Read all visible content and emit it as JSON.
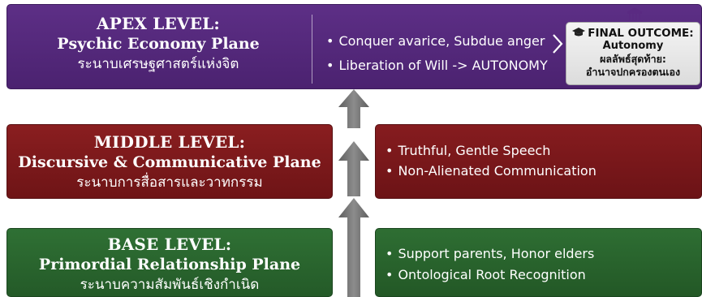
{
  "apex": {
    "title": "APEX LEVEL:",
    "subtitle": "Psychic Economy Plane",
    "thai": "ระนาบเศรษฐศาสตร์แห่งจิต",
    "bullets": [
      "Conquer avarice, Subdue anger",
      "Liberation of Will -> AUTONOMY"
    ]
  },
  "final_outcome": {
    "heading": "FINAL OUTCOME:",
    "value": "Autonomy",
    "thai_line1": "ผลลัพธ์สุดท้าย:",
    "thai_line2": "อำนาจปกครองตนเอง",
    "icon": "graduation-cap-icon",
    "top_icon": "temple-icon"
  },
  "middle": {
    "title": "MIDDLE LEVEL:",
    "subtitle": "Discursive & Communicative Plane",
    "thai": "ระนาบการสื่อสารและวาทกรรม",
    "bullets": [
      "Truthful, Gentle Speech",
      "Non-Alienated Communication"
    ]
  },
  "base": {
    "title": "BASE LEVEL:",
    "subtitle": "Primordial Relationship Plane",
    "thai": "ระนาบความสัมพันธ์เชิงกำเนิด",
    "bullets": [
      "Support parents, Honor elders",
      "Ontological Root Recognition"
    ]
  },
  "bullet_symbol": "•",
  "colors": {
    "apex": "#52267a",
    "middle": "#7a181b",
    "base": "#28632d",
    "arrow": "#707070",
    "outcome_box": "#e8e8e8"
  }
}
